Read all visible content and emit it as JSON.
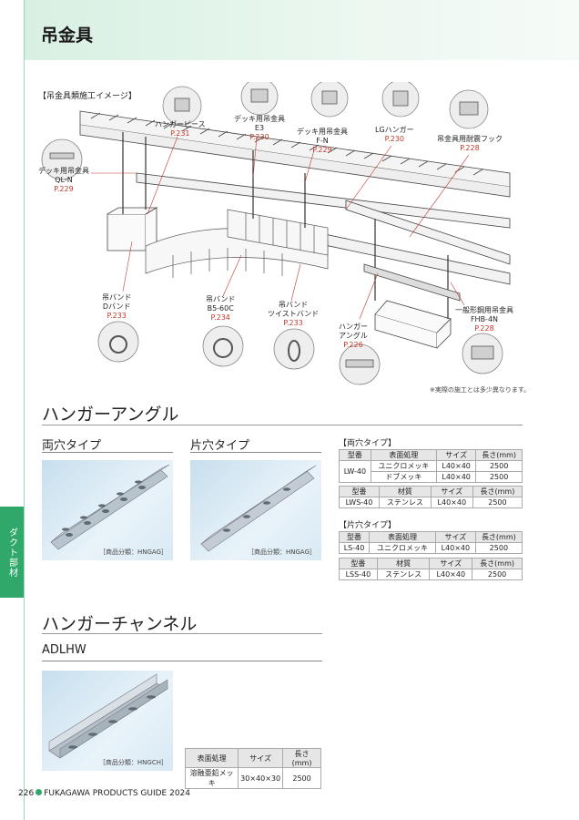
{
  "header": {
    "title": "吊金具"
  },
  "side_tab": {
    "label": "ダクト部材"
  },
  "diagram": {
    "title": "【吊金具類施工イメージ】",
    "note": "※実際の施工とは多少異なります。",
    "labels": [
      {
        "name": "デッキ用吊金具\nQL-N",
        "page": "P.229"
      },
      {
        "name": "ハンガーピース",
        "page": "P.231"
      },
      {
        "name": "デッキ用吊金具\nE3",
        "page": "P.230"
      },
      {
        "name": "デッキ用吊金具\nF-N",
        "page": "P.229"
      },
      {
        "name": "LGハンガー",
        "page": "P.230"
      },
      {
        "name": "吊金具用耐震フック",
        "page": "P.228"
      },
      {
        "name": "吊バンド\nDバンド",
        "page": "P.233"
      },
      {
        "name": "吊バンド\nB5-60C",
        "page": "P.234"
      },
      {
        "name": "吊バンド\nツイストバンド",
        "page": "P.233"
      },
      {
        "name": "ハンガー\nアングル",
        "page": "P.226"
      },
      {
        "name": "一般形鋼用吊金具\nFHB-4N",
        "page": "P.228"
      }
    ]
  },
  "hanger_angle": {
    "title": "ハンガーアングル",
    "double_hole": {
      "title": "両穴タイプ",
      "class_code": "［商品分類：HNGAG］"
    },
    "single_hole": {
      "title": "片穴タイプ",
      "class_code": "［商品分類：HNGAG］"
    },
    "double_table_title": "【両穴タイプ】",
    "single_table_title": "【片穴タイプ】",
    "headers_finish": [
      "型番",
      "表面処理",
      "サイズ",
      "長さ(mm)"
    ],
    "headers_material": [
      "型番",
      "材質",
      "サイズ",
      "長さ(mm)"
    ],
    "lw40": {
      "model": "LW-40",
      "rows": [
        [
          "ユニクロメッキ",
          "L40×40",
          "2500"
        ],
        [
          "ドブメッキ",
          "L40×40",
          "2500"
        ]
      ]
    },
    "lws40": {
      "model": "LWS-40",
      "material": "ステンレス",
      "size": "L40×40",
      "length": "2500"
    },
    "ls40": {
      "model": "LS-40",
      "finish": "ユニクロメッキ",
      "size": "L40×40",
      "length": "2500"
    },
    "lss40": {
      "model": "LSS-40",
      "material": "ステンレス",
      "size": "L40×40",
      "length": "2500"
    }
  },
  "hanger_channel": {
    "title": "ハンガーチャンネル",
    "model_title": "ADLHW",
    "class_code": "［商品分類：HNGCH］",
    "headers": [
      "表面処理",
      "サイズ",
      "長さ(mm)"
    ],
    "row": {
      "finish": "溶融亜鉛メッキ",
      "size": "30×40×30",
      "length": "2500"
    }
  },
  "footer": {
    "page_number": "226",
    "guide": "FUKAGAWA PRODUCTS GUIDE 2024"
  },
  "colors": {
    "accent_green": "#2fa86a",
    "page_ref_red": "#c0392b"
  }
}
